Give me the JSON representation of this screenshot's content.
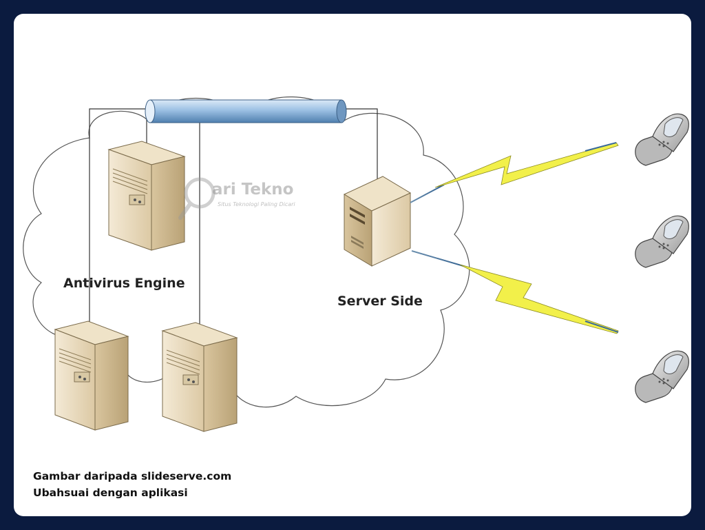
{
  "labels": {
    "antivirus_engine": "Antivirus Engine",
    "server_side": "Server Side"
  },
  "caption": {
    "line1": "Gambar daripada slideserve.com",
    "line2": "Ubahsuai dengan aplikasi"
  },
  "watermark": {
    "title": "ari Tekno",
    "tagline": "Situs Teknologi Paling Dicari"
  },
  "icons": {
    "server": "server-tower-icon",
    "phone": "mobile-phone-icon",
    "wireless": "lightning-bolt-icon",
    "bus": "pipe-connector-icon",
    "cloud": "cloud-icon"
  },
  "colors": {
    "frame": "#0b1b3f",
    "pipe": "#9cc0e4",
    "bolt": "#f2f04a",
    "server_body": "#e9dcc2"
  }
}
